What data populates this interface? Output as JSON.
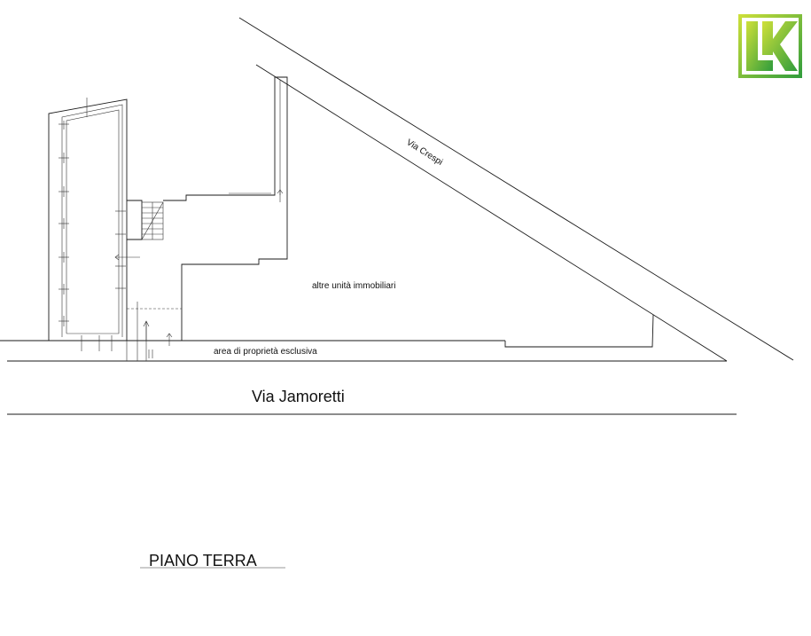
{
  "labels": {
    "via_crespi": "Via  Crespi",
    "altre_unita": "altre unità immobiliari",
    "area_esclusiva": "area di proprietà esclusiva",
    "via_jamoretti": "Via  Jamoretti",
    "piano_terra": "PIANO  TERRA"
  },
  "logo": {
    "letters": "LK",
    "color_light": "#c8dc3c",
    "color_dark": "#2a9a3a"
  }
}
